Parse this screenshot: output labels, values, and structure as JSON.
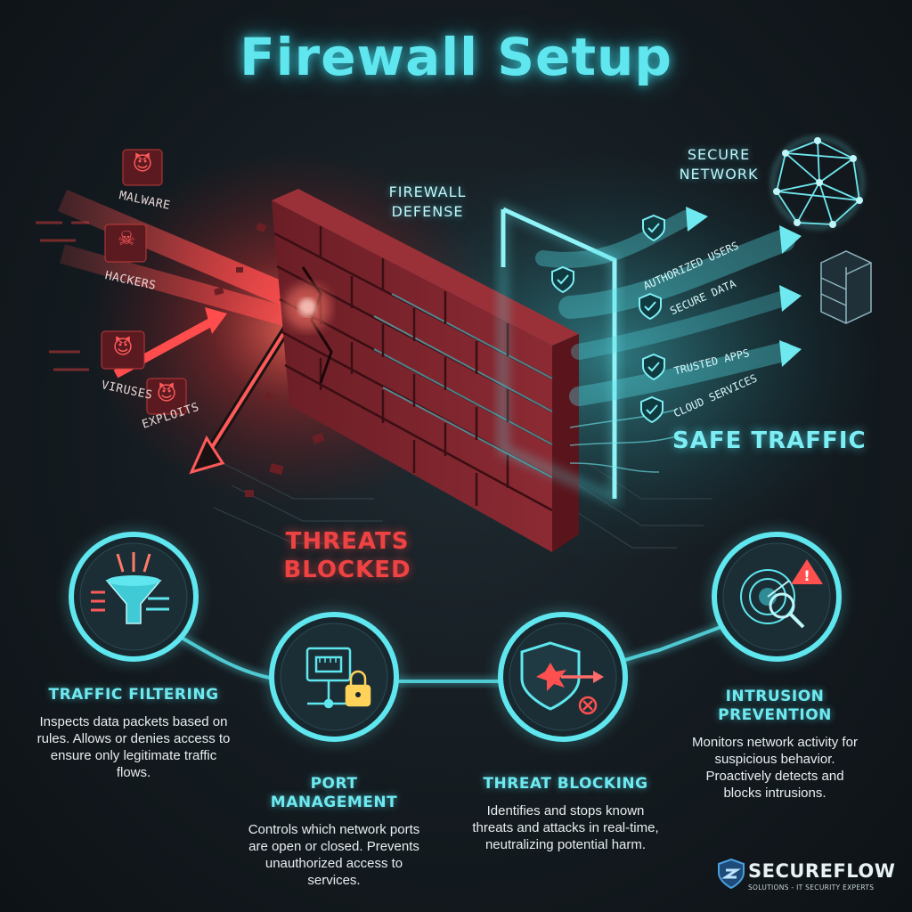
{
  "title": "Firewall Setup",
  "threats": [
    {
      "label": "MALWARE",
      "icon": "devil-face-icon"
    },
    {
      "label": "HACKERS",
      "icon": "skull-icon"
    },
    {
      "label": "VIRUSES",
      "icon": "devil-face-icon"
    },
    {
      "label": "EXPLOITS",
      "icon": "devil-face-icon"
    }
  ],
  "firewall_defense_label": [
    "FIREWALL",
    "DEFENSE"
  ],
  "secure_network_label": [
    "SECURE",
    "NETWORK"
  ],
  "safe_flows": [
    {
      "label": "AUTHORIZED USERS"
    },
    {
      "label": "SECURE DATA"
    },
    {
      "label": "TRUSTED APPS"
    },
    {
      "label": "CLOUD SERVICES"
    }
  ],
  "threats_blocked": [
    "THREATS",
    "BLOCKED"
  ],
  "safe_traffic": "SAFE TRAFFIC",
  "features": [
    {
      "title": "TRAFFIC FILTERING",
      "description": "Inspects data packets based on rules. Allows or denies access to ensure only legitimate traffic flows.",
      "icon": "funnel-icon"
    },
    {
      "title": "PORT MANAGEMENT",
      "description": "Controls which network ports are open or closed. Prevents unauthorized access to services.",
      "icon": "ethernet-port-lock-icon"
    },
    {
      "title": "THREAT BLOCKING",
      "description": "Identifies and stops known threats and attacks in real-time, neutralizing potential harm.",
      "icon": "shield-block-icon"
    },
    {
      "title": "INTRUSION PREVENTION",
      "description": "Monitors network activity for suspicious behavior. Proactively detects and blocks intrusions.",
      "icon": "radar-alert-icon"
    }
  ],
  "brand": {
    "name": "SECUREFLOW",
    "tagline": "SOLUTIONS - IT SECURITY EXPERTS"
  },
  "colors": {
    "accent_cyan": "#5fe6ee",
    "threat_red": "#ef4343",
    "brick": "#8e2a33",
    "background": "#141b20"
  }
}
